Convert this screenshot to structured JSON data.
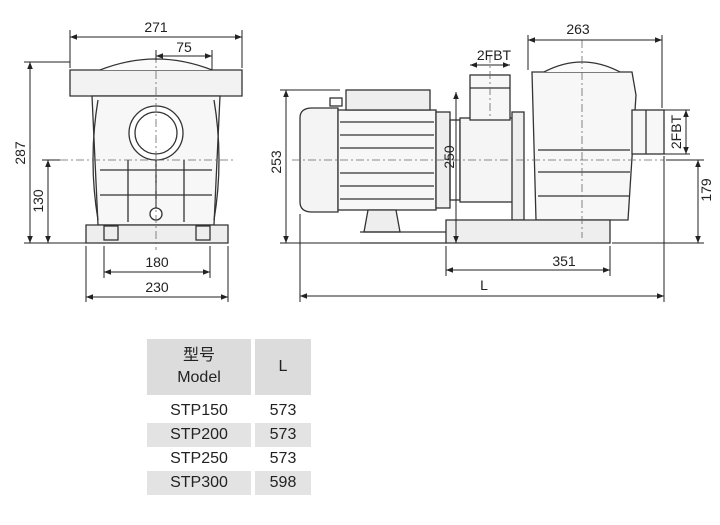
{
  "dimensions": {
    "front_width": "271",
    "front_inlet_offset": "75",
    "front_height": "287",
    "front_axis_height": "130",
    "base_hole_spacing": "180",
    "base_width": "230",
    "side_pump_length": "263",
    "outlet_thread": "2FBT",
    "inlet_thread": "2FBT",
    "motor_height": "253",
    "shaft_height": "250",
    "inlet_height": "179",
    "base_hole_span": "351",
    "overall_length": "L"
  },
  "table": {
    "header_model_cn": "型号",
    "header_model_en": "Model",
    "header_length": "L",
    "rows": [
      {
        "model": "STP150",
        "length": "573"
      },
      {
        "model": "STP200",
        "length": "573"
      },
      {
        "model": "STP250",
        "length": "573"
      },
      {
        "model": "STP300",
        "length": "598"
      }
    ]
  }
}
